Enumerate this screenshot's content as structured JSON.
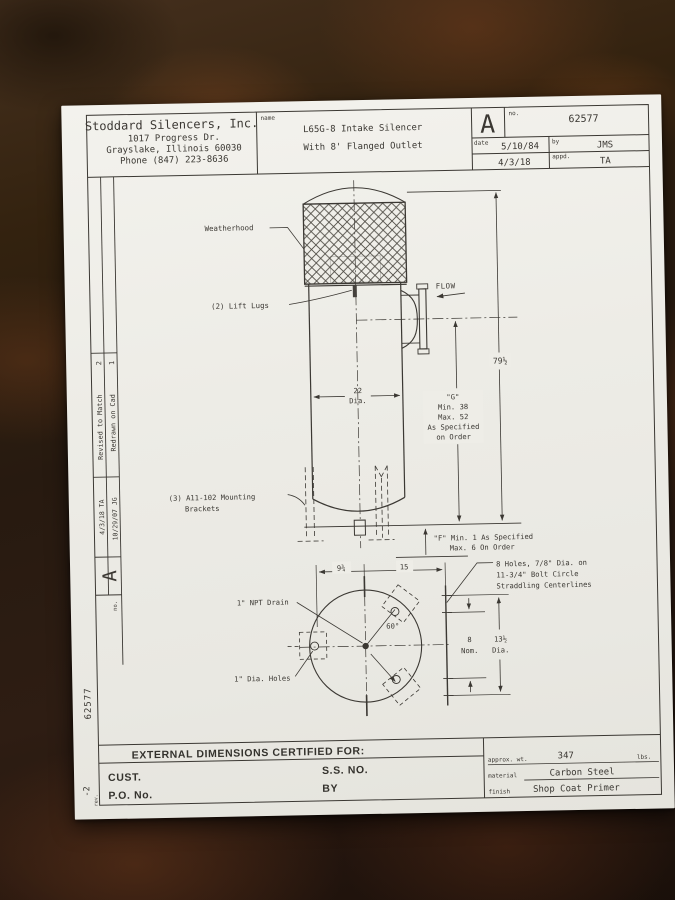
{
  "title_block": {
    "company_name": "Stoddard Silencers, Inc.",
    "address": "1017 Progress Dr.",
    "city": "Grayslake, Illinois 60030",
    "phone": "Phone (847) 223-8636",
    "name_label": "name",
    "title1": "L65G-8 Intake Silencer",
    "title2": "With 8' Flanged  Outlet",
    "size_letter": "A",
    "no_label": "no.",
    "drawing_no": "62577",
    "date_label": "date",
    "date1": "5/10/84",
    "by_label": "by",
    "by1": "JMS",
    "date2": "4/3/18",
    "appd_label": "appd.",
    "appd1": "TA"
  },
  "revision_strip": {
    "rev2_no": "2",
    "rev2_desc": "Revised to Match",
    "rev2_date": "4/3/18 TA",
    "rev1_no": "1",
    "rev1_desc": "Redrawn on Cad",
    "rev1_date": "10/29/07 JG",
    "size_letter": "A",
    "no_label": "no.",
    "drawing_no": "62577",
    "rev_label": "rev.",
    "rev_value": "-2"
  },
  "elevation": {
    "weatherhood_label": "Weatherhood",
    "lift_lugs_label": "(2) Lift Lugs",
    "flow_label": "FLOW",
    "overall_height": "79½",
    "g_dim": [
      "\"G\"",
      "Min. 38",
      "Max. 52",
      "As Specified",
      "on Order"
    ],
    "dia22": [
      "22",
      "Dia."
    ],
    "brackets_label": [
      "(3) A11-102 Mounting",
      "Brackets"
    ],
    "f_dim": [
      "\"F\"  Min. 1   As Specified",
      "Max. 6  On Order"
    ]
  },
  "bottom_view": {
    "holes_note": [
      "8 Holes, 7/8\" Dia. on",
      "11-3/4\" Bolt Circle",
      "Straddling Centerlines"
    ],
    "npt_drain_label": "1\" NPT Drain",
    "dia_holes_label": "1\" Dia. Holes",
    "dim_9_75": "9¾",
    "dim_15": "15",
    "angle_60": "60°",
    "nom8": [
      "8",
      "Nom."
    ],
    "dia13": [
      "13½",
      "Dia."
    ]
  },
  "footer": {
    "certified": "EXTERNAL DIMENSIONS CERTIFIED FOR:",
    "cust_label": "CUST.",
    "po_label": "P.O. No.",
    "ss_label": "S.S. NO.",
    "by_label": "BY",
    "approx_wt_label": "approx. wt.",
    "weight": "347",
    "lbs_label": "lbs.",
    "material_label": "material",
    "material": "Carbon Steel",
    "finish_label": "finish",
    "finish": "Shop Coat Primer"
  },
  "colors": {
    "ink": "#3b3833",
    "paper": "#eeede7",
    "table": "#2a1b10"
  }
}
